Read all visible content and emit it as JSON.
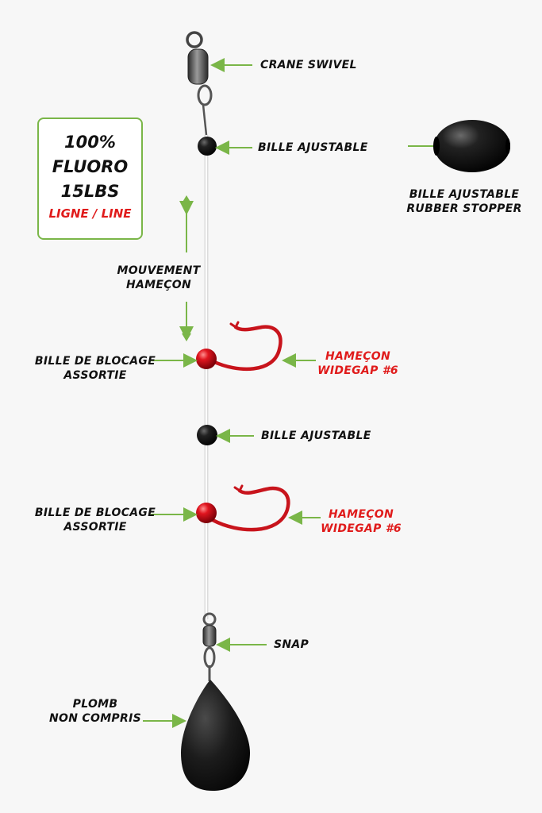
{
  "spec_box": {
    "line1": "100%",
    "line2": "FLUORO",
    "line3": "15LBS",
    "line4": "LIGNE / LINE"
  },
  "labels": {
    "crane_swivel": "CRANE SWIVEL",
    "bille_ajustable_top": "BILLE AJUSTABLE",
    "rubber_stopper_1": "BILLE AJUSTABLE",
    "rubber_stopper_2": "RUBBER STOPPER",
    "mouvement_1": "MOUVEMENT",
    "mouvement_2": "HAMEÇON",
    "bille_blocage_top_1": "BILLE DE BLOCAGE",
    "bille_blocage_top_2": "ASSORTIE",
    "hook_top_1": "HAMEÇON",
    "hook_top_2": "WIDEGAP #6",
    "bille_ajustable_mid": "BILLE AJUSTABLE",
    "bille_blocage_bot_1": "BILLE DE BLOCAGE",
    "bille_blocage_bot_2": "ASSORTIE",
    "hook_bot_1": "HAMEÇON",
    "hook_bot_2": "WIDEGAP #6",
    "snap": "SNAP",
    "plomb_1": "PLOMB",
    "plomb_2": "NON COMPRIS"
  },
  "colors": {
    "arrow": "#7ab648",
    "accent_red": "#e01b1b",
    "hook_red": "#c8141c",
    "bead_black": "#111111"
  }
}
